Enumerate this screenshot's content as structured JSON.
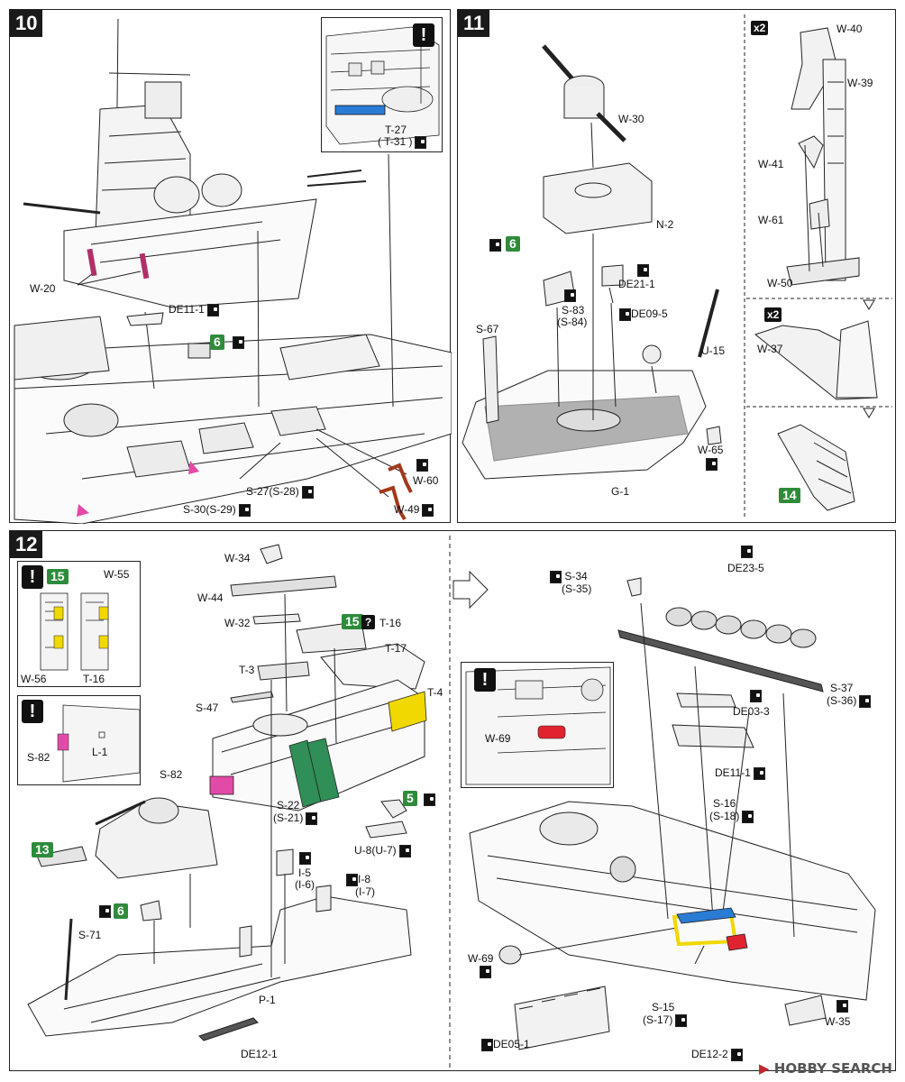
{
  "steps": {
    "s10": "10",
    "s11": "11",
    "s12": "12"
  },
  "subref": {
    "six": "6",
    "fourteen": "14",
    "fifteen": "15",
    "five": "5",
    "thirteen": "13"
  },
  "marks": {
    "warn": "!",
    "q": "?",
    "x2": "x2"
  },
  "p10": {
    "w20": "W-20",
    "de11_1": "DE11-1",
    "t27": "T-27",
    "t31": "( T-31 )",
    "s27": "S-27(S-28)",
    "s30": "S-30(S-29)",
    "w60": "W-60",
    "w49": "W-49"
  },
  "p11": {
    "w30": "W-30",
    "n2": "N-2",
    "de21_1": "DE21-1",
    "s83": "S-83",
    "s84": "(S-84)",
    "de09_5": "DE09-5",
    "s67": "S-67",
    "u15": "U-15",
    "w65": "W-65",
    "g1": "G-1",
    "w40": "W-40",
    "w39": "W-39",
    "w41": "W-41",
    "w61": "W-61",
    "w50": "W-50",
    "w37": "W-37"
  },
  "p12": {
    "w34": "W-34",
    "w44": "W-44",
    "w32": "W-32",
    "t16": "T-16",
    "t17": "T-17",
    "t3": "T-3",
    "t4": "T-4",
    "s47": "S-47",
    "s82": "S-82",
    "s22": "S-22",
    "s21": "(S-21)",
    "u8": "U-8(U-7)",
    "i5": "I-5",
    "i6": "(I-6)",
    "i8": "I-8",
    "i7": "(I-7)",
    "s71": "S-71",
    "p1": "P-1",
    "de12_1": "DE12-1",
    "w55": "W-55",
    "w56": "W-56",
    "t16b": "T-16",
    "s82b": "S-82",
    "l1": "L-1",
    "s34": "S-34",
    "s35": "(S-35)",
    "de23_5": "DE23-5",
    "s37": "S-37",
    "s36": "(S-36)",
    "de03_3": "DE03-3",
    "de11_1": "DE11-1",
    "w69": "W-69",
    "s16": "S-16",
    "s18": "(S-18)",
    "w69b": "W-69",
    "s15": "S-15",
    "s17": "(S-17)",
    "w35": "W-35",
    "de05_1": "DE05-1",
    "de12_2": "DE12-2"
  },
  "watermark": {
    "brand_a": "HOBBY",
    "brand_b": "SEARCH"
  },
  "colors": {
    "magenta": "#b0306a",
    "blue": "#2a7bd4",
    "green": "#2f8f56",
    "yellow": "#f0d800",
    "red": "#e0232e",
    "pink": "#e34aa8",
    "rust": "#a3381c"
  }
}
